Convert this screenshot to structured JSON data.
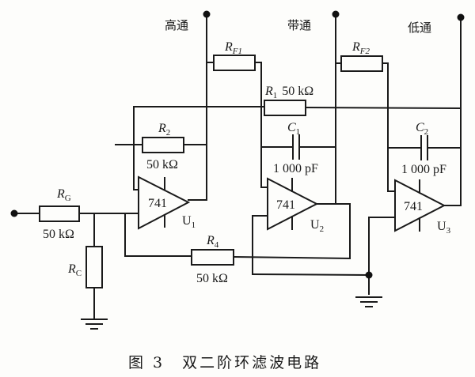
{
  "outputs": {
    "highpass": "高通",
    "bandpass": "带通",
    "lowpass": "低通"
  },
  "components": {
    "RF1": {
      "label": "R",
      "sub": "F1"
    },
    "RF2": {
      "label": "R",
      "sub": "F2"
    },
    "R1": {
      "label": "R",
      "sub": "1",
      "value": "50 kΩ"
    },
    "R2": {
      "label": "R",
      "sub": "2",
      "value": "50 kΩ"
    },
    "RG": {
      "label": "R",
      "sub": "G",
      "value": "50 kΩ"
    },
    "RC": {
      "label": "R",
      "sub": "C"
    },
    "R4": {
      "label": "R",
      "sub": "4",
      "value": "50 kΩ"
    },
    "C1": {
      "label": "C",
      "sub": "1",
      "value": "1 000 pF"
    },
    "C2": {
      "label": "C",
      "sub": "2",
      "value": "1 000 pF"
    },
    "U1": {
      "label": "U",
      "sub": "1",
      "part": "741"
    },
    "U2": {
      "label": "U",
      "sub": "2",
      "part": "741"
    },
    "U3": {
      "label": "U",
      "sub": "3",
      "part": "741"
    }
  },
  "caption": "图 3　双二阶环滤波电路"
}
